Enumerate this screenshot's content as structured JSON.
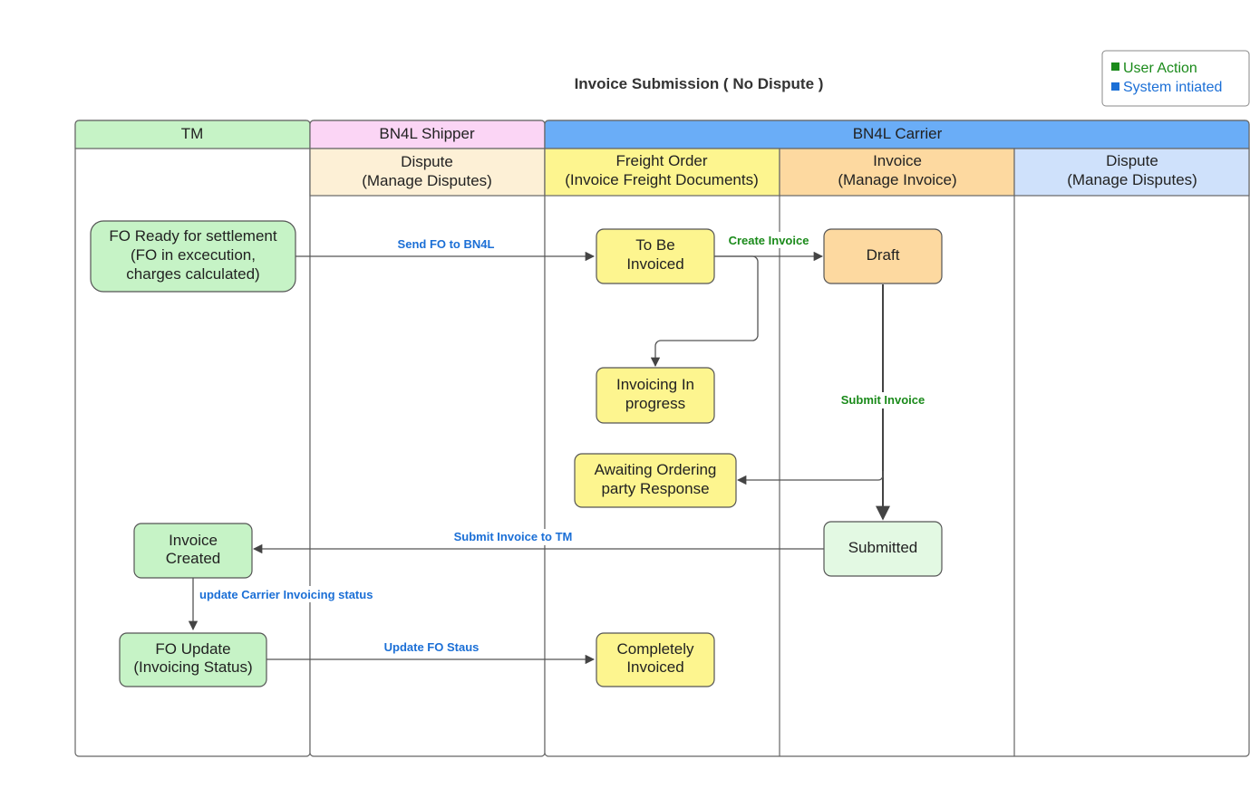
{
  "title": "Invoice Submission (  No Dispute )",
  "legend": {
    "user_action": "User Action",
    "system_initiated": "System intiated",
    "user_color": "#1a8a1a",
    "system_color": "#1b6fd6"
  },
  "pools": {
    "tm": "TM",
    "shipper": "BN4L Shipper",
    "carrier": "BN4L Carrier"
  },
  "lanes": {
    "shipper_dispute": [
      "Dispute",
      "(Manage Disputes)"
    ],
    "freight_order": [
      "Freight Order",
      "(Invoice Freight Documents)"
    ],
    "invoice": [
      "Invoice",
      "(Manage Invoice)"
    ],
    "carrier_dispute": [
      "Dispute",
      "(Manage Disputes)"
    ]
  },
  "nodes": {
    "fo_ready": [
      "FO Ready for settlement",
      "(FO in excecution,",
      "charges calculated)"
    ],
    "to_be_invoiced": [
      "To Be",
      "Invoiced"
    ],
    "draft": [
      "Draft"
    ],
    "invoicing_in_progress": [
      "Invoicing In",
      "progress"
    ],
    "awaiting": [
      "Awaiting Ordering",
      "party Response"
    ],
    "submitted": [
      "Submitted"
    ],
    "invoice_created": [
      "Invoice",
      "Created"
    ],
    "fo_update": [
      "FO Update",
      "(Invoicing Status)"
    ],
    "completely_invoiced": [
      "Completely",
      "Invoiced"
    ]
  },
  "edges": {
    "send_fo": "Send FO to BN4L",
    "create_invoice": "Create Invoice",
    "submit_invoice": "Submit Invoice",
    "submit_to_tm": "Submit Invoice to TM",
    "update_status": "update  Carrier Invoicing status",
    "update_fo": "Update FO Staus"
  },
  "colors": {
    "tm_header": "#c6f3c6",
    "shipper_header": "#fbd5f5",
    "carrier_header": "#6aadf7",
    "dispute_lane": "#fdf0d6",
    "freight_lane": "#fdf58f",
    "invoice_lane": "#fdd9a0",
    "carrier_dispute_lane": "#cfe1fb",
    "green_node": "#c6f3c6",
    "yellow_node": "#fdf58f",
    "orange_node": "#fdd9a0",
    "light_green_node": "#e3f9e3"
  }
}
